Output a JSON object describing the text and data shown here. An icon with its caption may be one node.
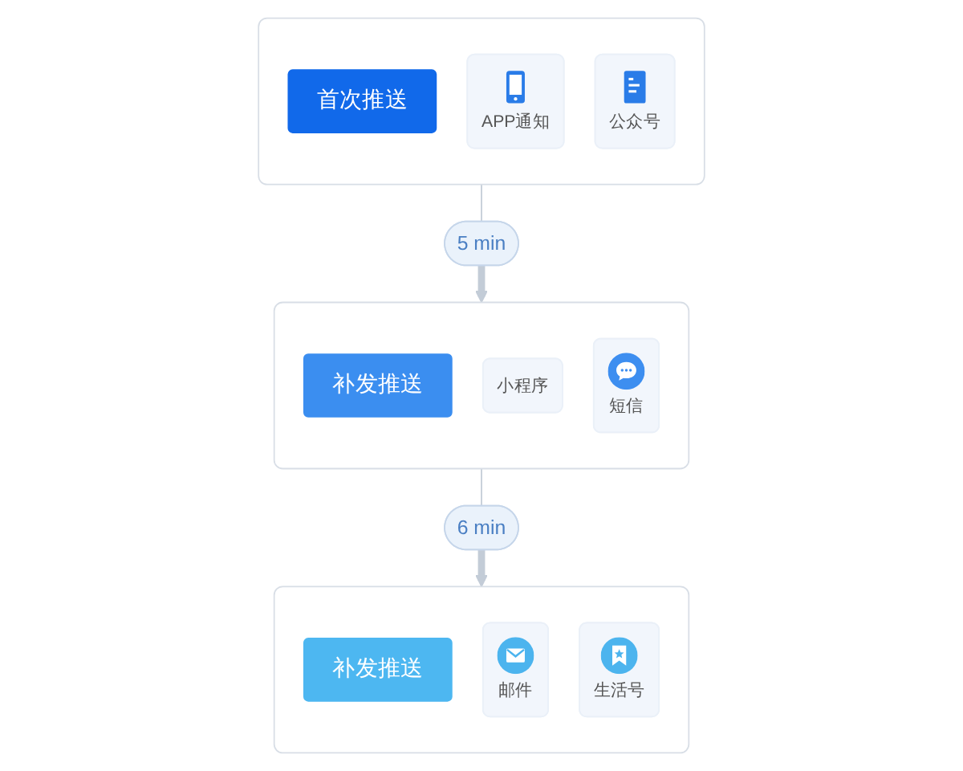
{
  "diagram": {
    "nodes": [
      {
        "text": [],
        "shape": "box"
      },
      {
        "text": [
          "首次推送"
        ],
        "in": 0
      },
      {
        "text": [
          "APP通知"
        ],
        "in": 0
      },
      {
        "text": [
          "公众号"
        ],
        "in": 0
      },
      {
        "text": [
          "5 min"
        ]
      },
      {
        "text": [],
        "shape": "box"
      },
      {
        "text": [
          "补发推送"
        ],
        "in": 5
      },
      {
        "text": [
          "小程序"
        ],
        "in": 5
      },
      {
        "text": [
          "短信"
        ],
        "in": 5
      },
      {
        "text": [
          "6 min"
        ]
      },
      {
        "text": [],
        "shape": "box"
      },
      {
        "text": [
          "补发推送"
        ],
        "in": 10
      },
      {
        "text": [
          "邮件"
        ],
        "in": 10
      },
      {
        "text": [
          "生活号"
        ],
        "in": 10
      }
    ],
    "edges": [
      {
        "from": 0,
        "to": 4,
        "arrow": "none"
      },
      {
        "from": 4,
        "to": 5,
        "arrow": "to",
        "style": "thick"
      },
      {
        "from": 5,
        "to": 9,
        "arrow": "none"
      },
      {
        "from": 9,
        "to": 10,
        "arrow": "to",
        "style": "thick"
      }
    ]
  }
}
